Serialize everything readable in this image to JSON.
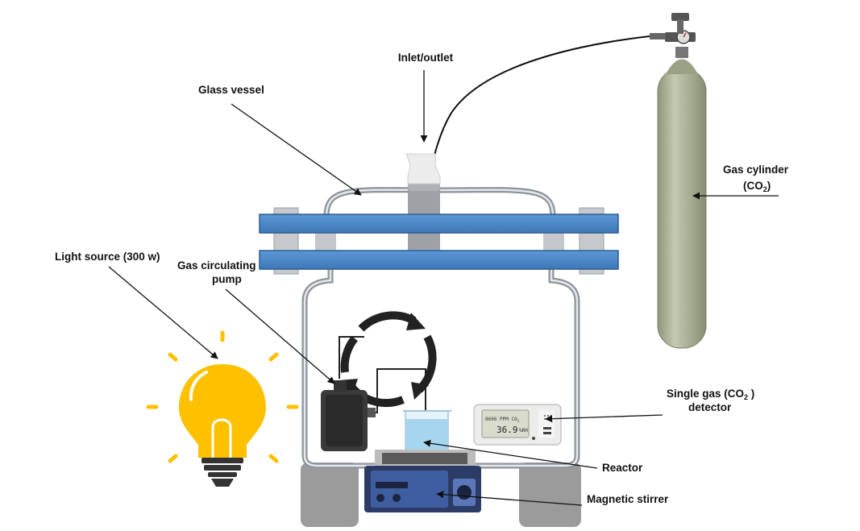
{
  "labels": {
    "inlet_outlet": "Inlet/outlet",
    "glass_vessel": "Glass vessel",
    "gas_cylinder": "Gas cylinder",
    "gas_cylinder_formula_open": "(CO",
    "gas_cylinder_formula_sub": "2",
    "gas_cylinder_formula_close": ")",
    "light_source": "Light source (300 w)",
    "gas_pump_line1": "Gas circulating",
    "gas_pump_line2": "pump",
    "detector_line1_prefix": "Single gas (CO",
    "detector_line1_sub": "2",
    "detector_line1_suffix": " )",
    "detector_line2": "detector",
    "reactor": "Reactor",
    "magnetic_stirrer": "Magnetic stirrer"
  },
  "detector_display": {
    "ppm_text": "8606 PPM CO",
    "ppm_sub": "2",
    "value": "36.9",
    "unit": "%RH"
  },
  "colors": {
    "flange_blue": "#4a86c8",
    "vessel_gray": "#8c939b",
    "bulb_yellow": "#ffc000",
    "cylinder_green": "#a7ae92",
    "stirrer_navy": "#2d3c66"
  }
}
